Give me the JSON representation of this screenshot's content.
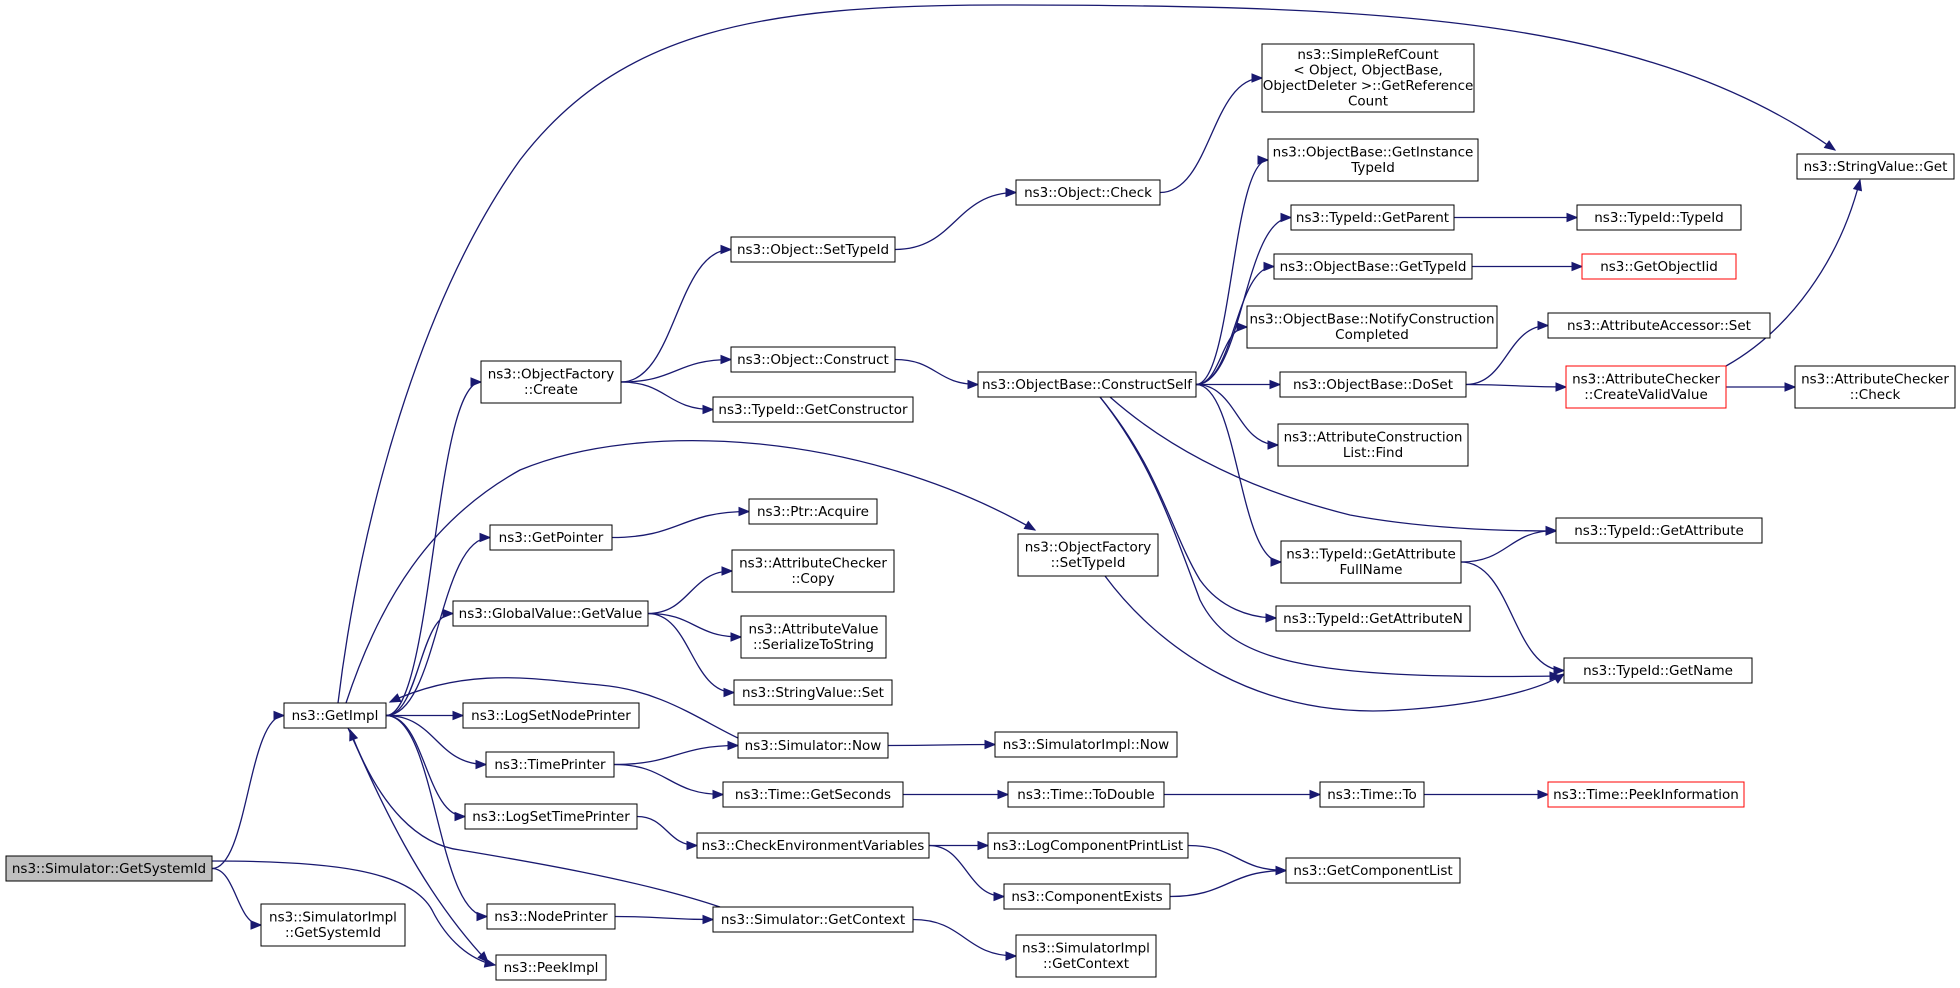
{
  "colors": {
    "edge": "#191970",
    "root_fill": "#bfbfbf",
    "node_border": "#000000",
    "truncated_border": "#ff0000"
  },
  "nodes": [
    {
      "id": "root",
      "lines": [
        "ns3::Simulator::GetSystemId"
      ],
      "style": "root"
    },
    {
      "id": "getImpl",
      "lines": [
        "ns3::GetImpl"
      ]
    },
    {
      "id": "simImplGetSystemId",
      "lines": [
        "ns3::SimulatorImpl",
        "::GetSystemId"
      ]
    },
    {
      "id": "peekImpl",
      "lines": [
        "ns3::PeekImpl"
      ]
    },
    {
      "id": "objFactoryCreate",
      "lines": [
        "ns3::ObjectFactory",
        "::Create"
      ]
    },
    {
      "id": "getPointer",
      "lines": [
        "ns3::GetPointer"
      ]
    },
    {
      "id": "globalValueGetValue",
      "lines": [
        "ns3::GlobalValue::GetValue"
      ]
    },
    {
      "id": "logSetNodePrinter",
      "lines": [
        "ns3::LogSetNodePrinter"
      ]
    },
    {
      "id": "timePrinter",
      "lines": [
        "ns3::TimePrinter"
      ]
    },
    {
      "id": "logSetTimePrinter",
      "lines": [
        "ns3::LogSetTimePrinter"
      ]
    },
    {
      "id": "nodePrinter",
      "lines": [
        "ns3::NodePrinter"
      ]
    },
    {
      "id": "objSetTypeId",
      "lines": [
        "ns3::Object::SetTypeId"
      ]
    },
    {
      "id": "objConstruct",
      "lines": [
        "ns3::Object::Construct"
      ]
    },
    {
      "id": "typeIdGetConstructor",
      "lines": [
        "ns3::TypeId::GetConstructor"
      ]
    },
    {
      "id": "ptrAcquire",
      "lines": [
        "ns3::Ptr::Acquire"
      ]
    },
    {
      "id": "attrCheckerCopy",
      "lines": [
        "ns3::AttributeChecker",
        "::Copy"
      ]
    },
    {
      "id": "attrValueSerialize",
      "lines": [
        "ns3::AttributeValue",
        "::SerializeToString"
      ]
    },
    {
      "id": "stringValueSet",
      "lines": [
        "ns3::StringValue::Set"
      ]
    },
    {
      "id": "simulatorNow",
      "lines": [
        "ns3::Simulator::Now"
      ]
    },
    {
      "id": "timeGetSeconds",
      "lines": [
        "ns3::Time::GetSeconds"
      ]
    },
    {
      "id": "checkEnvVars",
      "lines": [
        "ns3::CheckEnvironmentVariables"
      ]
    },
    {
      "id": "simulatorGetContext",
      "lines": [
        "ns3::Simulator::GetContext"
      ]
    },
    {
      "id": "objectCheck",
      "lines": [
        "ns3::Object::Check"
      ]
    },
    {
      "id": "objBaseConstructSelf",
      "lines": [
        "ns3::ObjectBase::ConstructSelf"
      ]
    },
    {
      "id": "objFactorySetTypeId",
      "lines": [
        "ns3::ObjectFactory",
        "::SetTypeId"
      ]
    },
    {
      "id": "simImplNow",
      "lines": [
        "ns3::SimulatorImpl::Now"
      ]
    },
    {
      "id": "timeToDouble",
      "lines": [
        "ns3::Time::ToDouble"
      ]
    },
    {
      "id": "logComponentPrintList",
      "lines": [
        "ns3::LogComponentPrintList"
      ]
    },
    {
      "id": "componentExists",
      "lines": [
        "ns3::ComponentExists"
      ]
    },
    {
      "id": "simImplGetContext",
      "lines": [
        "ns3::SimulatorImpl",
        "::GetContext"
      ]
    },
    {
      "id": "simpleRefCount",
      "lines": [
        "ns3::SimpleRefCount",
        "< Object, ObjectBase,",
        " ObjectDeleter >::GetReference",
        "Count"
      ]
    },
    {
      "id": "objBaseGetInstanceTypeId",
      "lines": [
        "ns3::ObjectBase::GetInstance",
        "TypeId"
      ]
    },
    {
      "id": "typeIdGetParent",
      "lines": [
        "ns3::TypeId::GetParent"
      ]
    },
    {
      "id": "objBaseGetTypeId",
      "lines": [
        "ns3::ObjectBase::GetTypeId"
      ]
    },
    {
      "id": "objBaseNotifyConstruction",
      "lines": [
        "ns3::ObjectBase::NotifyConstruction",
        "Completed"
      ]
    },
    {
      "id": "objBaseDoSet",
      "lines": [
        "ns3::ObjectBase::DoSet"
      ]
    },
    {
      "id": "attrConstructionListFind",
      "lines": [
        "ns3::AttributeConstruction",
        "List::Find"
      ]
    },
    {
      "id": "typeIdGetAttributeFullName",
      "lines": [
        "ns3::TypeId::GetAttribute",
        "FullName"
      ]
    },
    {
      "id": "typeIdGetAttributeN",
      "lines": [
        "ns3::TypeId::GetAttributeN"
      ]
    },
    {
      "id": "timeTo",
      "lines": [
        "ns3::Time::To"
      ]
    },
    {
      "id": "getComponentList",
      "lines": [
        "ns3::GetComponentList"
      ]
    },
    {
      "id": "typeIdTypeId",
      "lines": [
        "ns3::TypeId::TypeId"
      ]
    },
    {
      "id": "getObjectIid",
      "lines": [
        "ns3::GetObjectIid"
      ],
      "style": "red"
    },
    {
      "id": "attrAccessorSet",
      "lines": [
        "ns3::AttributeAccessor::Set"
      ]
    },
    {
      "id": "attrCheckerCreateValid",
      "lines": [
        "ns3::AttributeChecker",
        "::CreateValidValue"
      ],
      "style": "red"
    },
    {
      "id": "typeIdGetAttribute",
      "lines": [
        "ns3::TypeId::GetAttribute"
      ]
    },
    {
      "id": "typeIdGetName",
      "lines": [
        "ns3::TypeId::GetName"
      ]
    },
    {
      "id": "timePeekInformation",
      "lines": [
        "ns3::Time::PeekInformation"
      ],
      "style": "red"
    },
    {
      "id": "stringValueGet",
      "lines": [
        "ns3::StringValue::Get"
      ]
    },
    {
      "id": "attrCheckerCheck",
      "lines": [
        "ns3::AttributeChecker",
        "::Check"
      ]
    }
  ],
  "edges": [
    {
      "from": "root",
      "to": "getImpl"
    },
    {
      "from": "root",
      "to": "simImplGetSystemId"
    },
    {
      "from": "root",
      "to": "peekImpl"
    },
    {
      "from": "getImpl",
      "to": "objFactoryCreate"
    },
    {
      "from": "getImpl",
      "to": "stringValueGet"
    },
    {
      "from": "getImpl",
      "to": "objFactorySetTypeId"
    },
    {
      "from": "getImpl",
      "to": "getPointer"
    },
    {
      "from": "getImpl",
      "to": "globalValueGetValue"
    },
    {
      "from": "getImpl",
      "to": "logSetNodePrinter"
    },
    {
      "from": "getImpl",
      "to": "timePrinter"
    },
    {
      "from": "getImpl",
      "to": "logSetTimePrinter"
    },
    {
      "from": "getImpl",
      "to": "nodePrinter"
    },
    {
      "from": "getImpl",
      "to": "peekImpl"
    },
    {
      "from": "objFactoryCreate",
      "to": "objSetTypeId"
    },
    {
      "from": "objFactoryCreate",
      "to": "objConstruct"
    },
    {
      "from": "objFactoryCreate",
      "to": "typeIdGetConstructor"
    },
    {
      "from": "objSetTypeId",
      "to": "objectCheck"
    },
    {
      "from": "objectCheck",
      "to": "simpleRefCount"
    },
    {
      "from": "objConstruct",
      "to": "objBaseConstructSelf"
    },
    {
      "from": "objBaseConstructSelf",
      "to": "objBaseGetInstanceTypeId"
    },
    {
      "from": "objBaseConstructSelf",
      "to": "typeIdGetParent"
    },
    {
      "from": "objBaseConstructSelf",
      "to": "objBaseGetTypeId"
    },
    {
      "from": "objBaseConstructSelf",
      "to": "objBaseNotifyConstruction"
    },
    {
      "from": "objBaseConstructSelf",
      "to": "objBaseDoSet"
    },
    {
      "from": "objBaseConstructSelf",
      "to": "attrConstructionListFind"
    },
    {
      "from": "objBaseConstructSelf",
      "to": "typeIdGetAttribute"
    },
    {
      "from": "objBaseConstructSelf",
      "to": "typeIdGetAttributeFullName"
    },
    {
      "from": "objBaseConstructSelf",
      "to": "typeIdGetAttributeN"
    },
    {
      "from": "objBaseConstructSelf",
      "to": "typeIdGetName"
    },
    {
      "from": "typeIdGetParent",
      "to": "typeIdTypeId"
    },
    {
      "from": "objBaseGetTypeId",
      "to": "getObjectIid"
    },
    {
      "from": "objBaseDoSet",
      "to": "attrAccessorSet"
    },
    {
      "from": "objBaseDoSet",
      "to": "attrCheckerCreateValid"
    },
    {
      "from": "attrCheckerCreateValid",
      "to": "stringValueGet"
    },
    {
      "from": "attrCheckerCreateValid",
      "to": "attrCheckerCheck"
    },
    {
      "from": "typeIdGetAttributeFullName",
      "to": "typeIdGetAttribute"
    },
    {
      "from": "typeIdGetAttributeFullName",
      "to": "typeIdGetName"
    },
    {
      "from": "objFactorySetTypeId",
      "to": "typeIdGetName"
    },
    {
      "from": "getPointer",
      "to": "ptrAcquire"
    },
    {
      "from": "globalValueGetValue",
      "to": "attrCheckerCopy"
    },
    {
      "from": "globalValueGetValue",
      "to": "attrValueSerialize"
    },
    {
      "from": "globalValueGetValue",
      "to": "stringValueSet"
    },
    {
      "from": "timePrinter",
      "to": "simulatorNow"
    },
    {
      "from": "timePrinter",
      "to": "timeGetSeconds"
    },
    {
      "from": "simulatorNow",
      "to": "getImpl"
    },
    {
      "from": "simulatorNow",
      "to": "simImplNow"
    },
    {
      "from": "timeGetSeconds",
      "to": "timeToDouble"
    },
    {
      "from": "timeToDouble",
      "to": "timeTo"
    },
    {
      "from": "timeTo",
      "to": "timePeekInformation"
    },
    {
      "from": "logSetTimePrinter",
      "to": "checkEnvVars"
    },
    {
      "from": "checkEnvVars",
      "to": "logComponentPrintList"
    },
    {
      "from": "checkEnvVars",
      "to": "componentExists"
    },
    {
      "from": "logComponentPrintList",
      "to": "getComponentList"
    },
    {
      "from": "componentExists",
      "to": "getComponentList"
    },
    {
      "from": "nodePrinter",
      "to": "simulatorGetContext"
    },
    {
      "from": "simulatorGetContext",
      "to": "getImpl"
    },
    {
      "from": "simulatorGetContext",
      "to": "simImplGetContext"
    }
  ]
}
